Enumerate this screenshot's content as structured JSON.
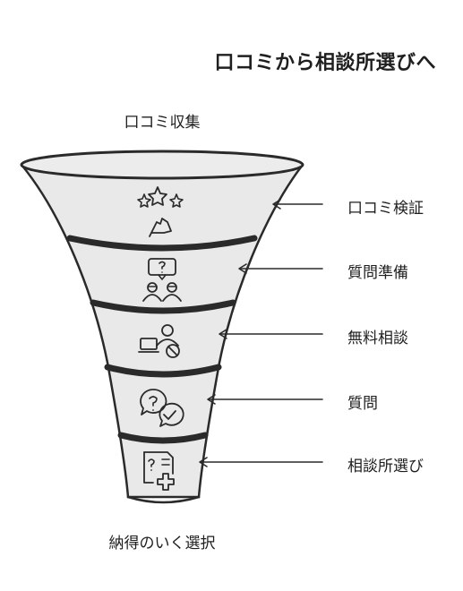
{
  "title": "口コミから相談所選びへ",
  "funnel": {
    "top_label": "口コミ収集",
    "bottom_label": "納得のいく選択",
    "stages": [
      {
        "label": "口コミ検証",
        "icon": "stars-hand-icon"
      },
      {
        "label": "質問準備",
        "icon": "question-people-icon"
      },
      {
        "label": "無料相談",
        "icon": "consultation-icon"
      },
      {
        "label": "質問",
        "icon": "chat-bubbles-icon"
      },
      {
        "label": "相談所選び",
        "icon": "document-add-icon"
      }
    ]
  }
}
